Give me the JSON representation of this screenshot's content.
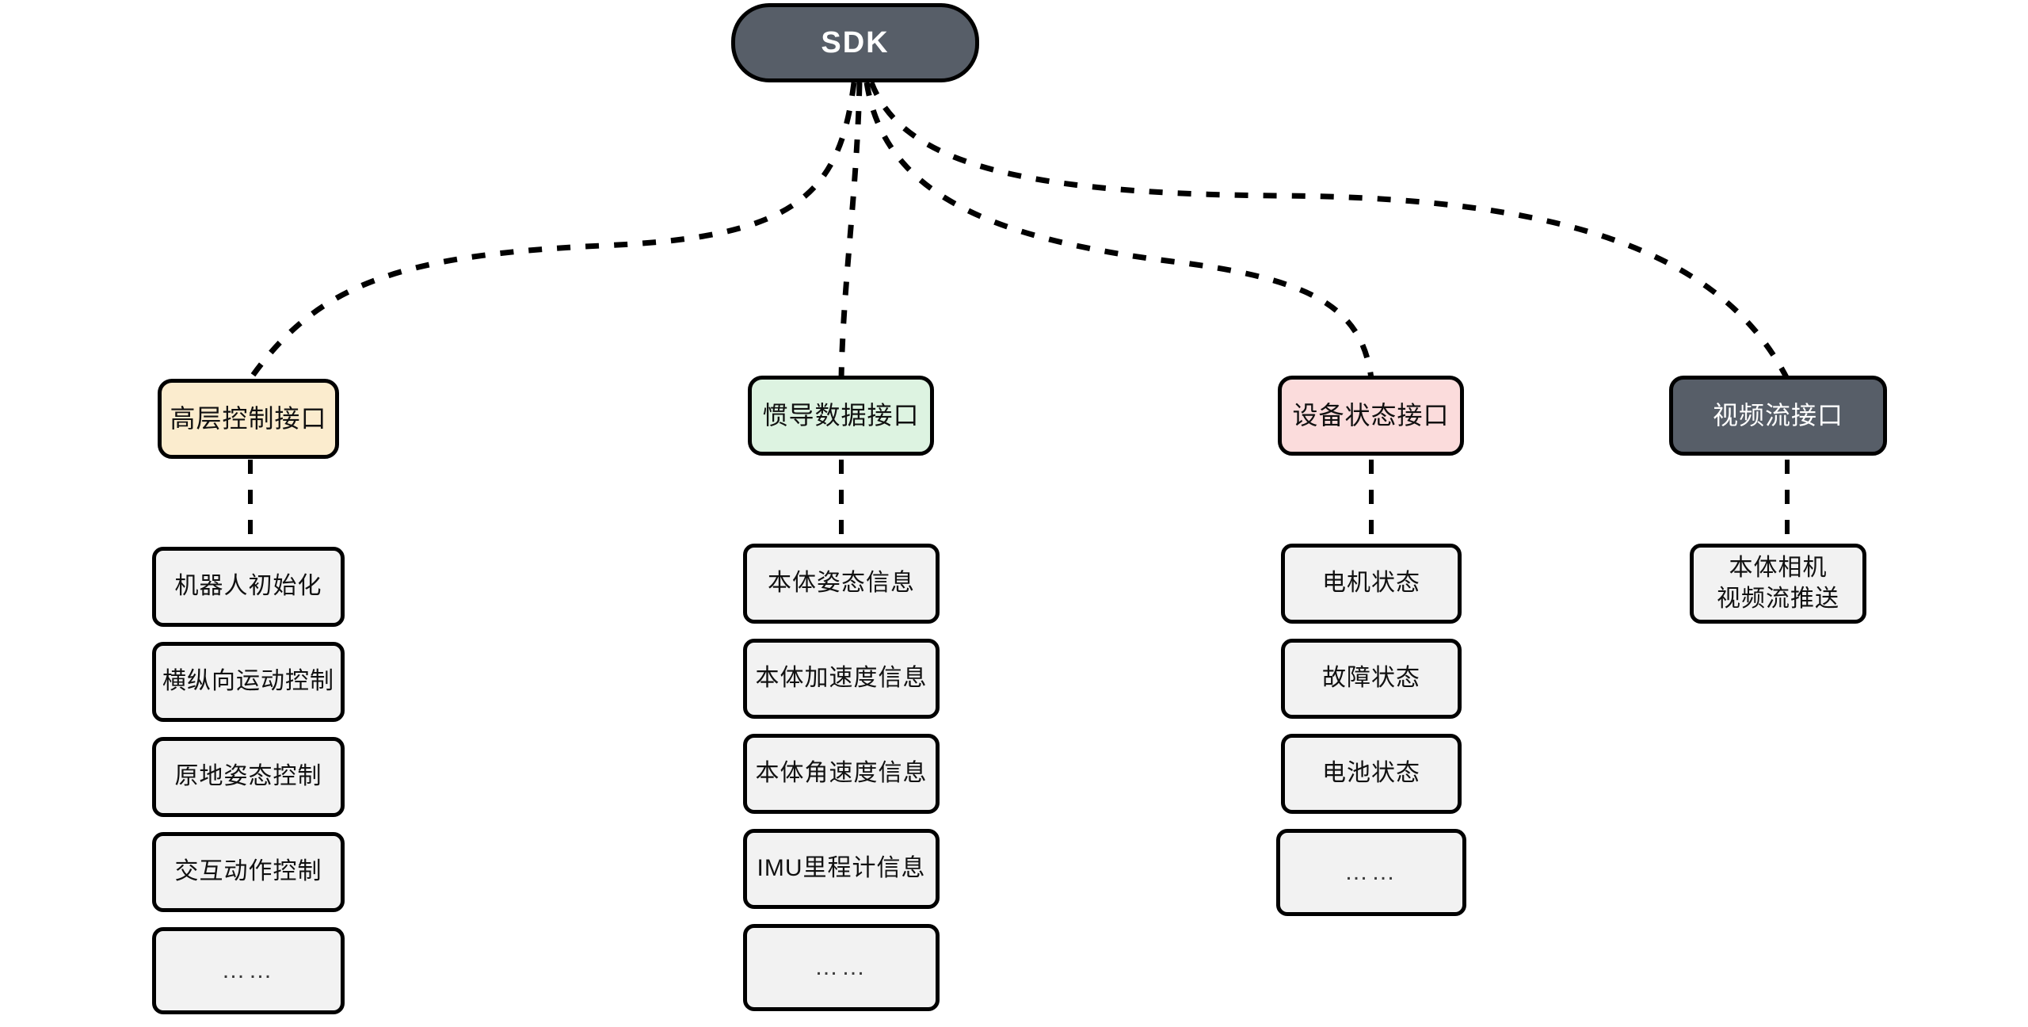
{
  "diagram": {
    "title": "SDK",
    "type": "tree",
    "root": {
      "id": "sdk",
      "label": "SDK",
      "fill": "#575e68",
      "text_color": "#ffffff"
    },
    "branches": [
      {
        "id": "high-level-control",
        "label": "高层控制接口",
        "fill": "#fbecce",
        "style": "cream",
        "leaves": [
          {
            "label": "机器人初始化"
          },
          {
            "label": "横纵向运动控制"
          },
          {
            "label": "原地姿态控制"
          },
          {
            "label": "交互动作控制"
          },
          {
            "label": "……",
            "ellipsis": true
          }
        ]
      },
      {
        "id": "inertial-data",
        "label": "惯导数据接口",
        "fill": "#ddf3e1",
        "style": "mint",
        "leaves": [
          {
            "label": "本体姿态信息"
          },
          {
            "label": "本体加速度信息"
          },
          {
            "label": "本体角速度信息"
          },
          {
            "label": "IMU里程计信息"
          },
          {
            "label": "……",
            "ellipsis": true
          }
        ]
      },
      {
        "id": "device-status",
        "label": "设备状态接口",
        "fill": "#fbdcdc",
        "style": "pink",
        "leaves": [
          {
            "label": "电机状态"
          },
          {
            "label": "故障状态"
          },
          {
            "label": "电池状态"
          },
          {
            "label": "……",
            "ellipsis": true
          }
        ]
      },
      {
        "id": "video-stream",
        "label": "视频流接口",
        "fill": "#575e68",
        "style": "dark",
        "leaves": [
          {
            "label": "本体相机\n视频流推送"
          }
        ]
      }
    ],
    "colors": {
      "edge": "#000000",
      "leaf_fill": "#f2f2f2",
      "border": "#000000",
      "background": "#ffffff"
    }
  }
}
